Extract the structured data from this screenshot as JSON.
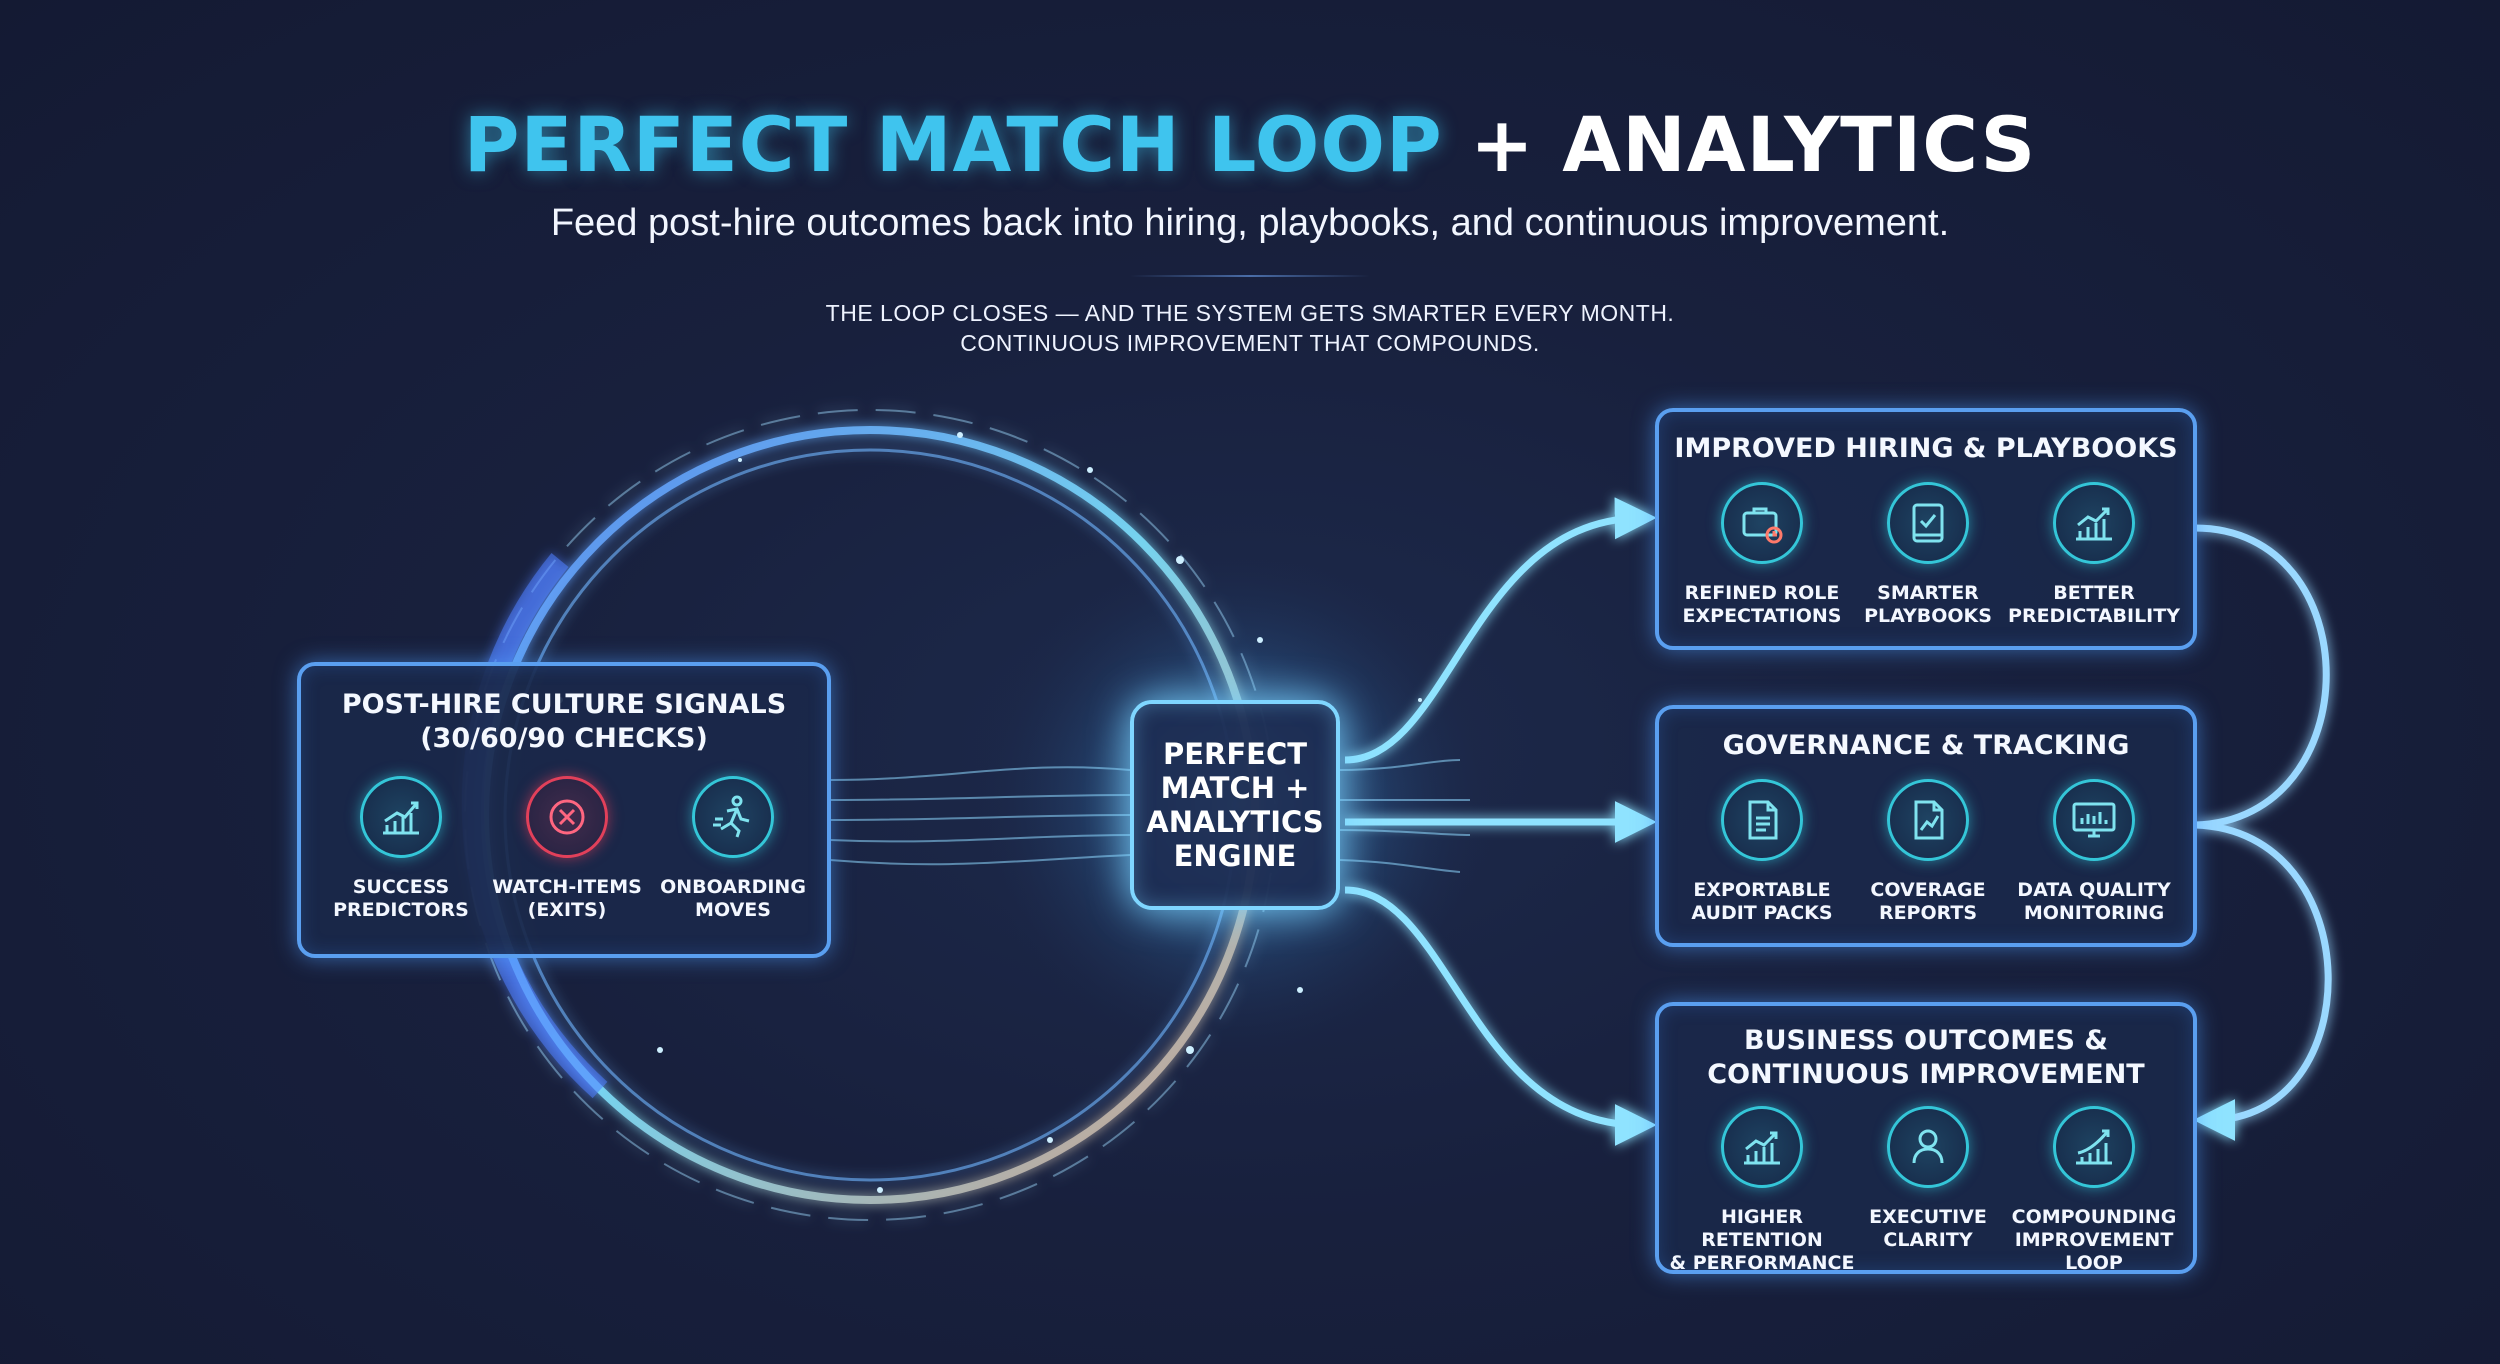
{
  "header": {
    "title_part1": "PERFECT MATCH LOOP",
    "title_part2": "+ ANALYTICS",
    "subtitle": "Feed post-hire outcomes back into hiring, playbooks, and continuous improvement.",
    "tagline_line1": "THE LOOP CLOSES — AND THE SYSTEM GETS SMARTER EVERY MONTH.",
    "tagline_line2": "CONTINUOUS IMPROVEMENT THAT COMPOUNDS."
  },
  "colors": {
    "accent_cyan": "#3fc4ee",
    "panel_border": "#5a9ff0",
    "icon_teal": "#34c6d8",
    "background": "#18203d"
  },
  "engine": {
    "line1": "PERFECT",
    "line2": "MATCH +",
    "line3": "ANALYTICS",
    "line4": "ENGINE"
  },
  "signals": {
    "title_line1": "POST-HIRE CULTURE SIGNALS",
    "title_line2": "(30/60/90 CHECKS)",
    "items": [
      {
        "icon": "growth-chart-icon",
        "line1": "SUCCESS",
        "line2": "PREDICTORS"
      },
      {
        "icon": "x-circle-icon",
        "line1": "WATCH-ITEMS",
        "line2": "(EXITS)"
      },
      {
        "icon": "runner-icon",
        "line1": "ONBOARDING",
        "line2": "MOVES"
      }
    ]
  },
  "hiring": {
    "title_line1": "IMPROVED HIRING & PLAYBOOKS",
    "items": [
      {
        "icon": "briefcase-clock-icon",
        "line1": "REFINED ROLE",
        "line2": "EXPECTATIONS"
      },
      {
        "icon": "checkbook-icon",
        "line1": "SMARTER",
        "line2": "PLAYBOOKS"
      },
      {
        "icon": "rising-chart-icon",
        "line1": "BETTER",
        "line2": "PREDICTABILITY"
      }
    ]
  },
  "governance": {
    "title_line1": "GOVERNANCE & TRACKING",
    "items": [
      {
        "icon": "audit-document-icon",
        "line1": "EXPORTABLE",
        "line2": "AUDIT PACKS"
      },
      {
        "icon": "report-document-icon",
        "line1": "COVERAGE",
        "line2": "REPORTS"
      },
      {
        "icon": "monitor-chart-icon",
        "line1": "DATA QUALITY",
        "line2": "MONITORING"
      }
    ]
  },
  "outcomes": {
    "title_line1": "BUSINESS OUTCOMES &",
    "title_line2": "CONTINUOUS IMPROVEMENT",
    "items": [
      {
        "icon": "growth-chart-icon",
        "line1": "HIGHER RETENTION",
        "line2": "& PERFORMANCE"
      },
      {
        "icon": "person-icon",
        "line1": "EXECUTIVE",
        "line2": "CLARITY"
      },
      {
        "icon": "compounding-chart-icon",
        "line1": "COMPOUNDING",
        "line2": "IMPROVEMENT LOOP"
      }
    ]
  }
}
